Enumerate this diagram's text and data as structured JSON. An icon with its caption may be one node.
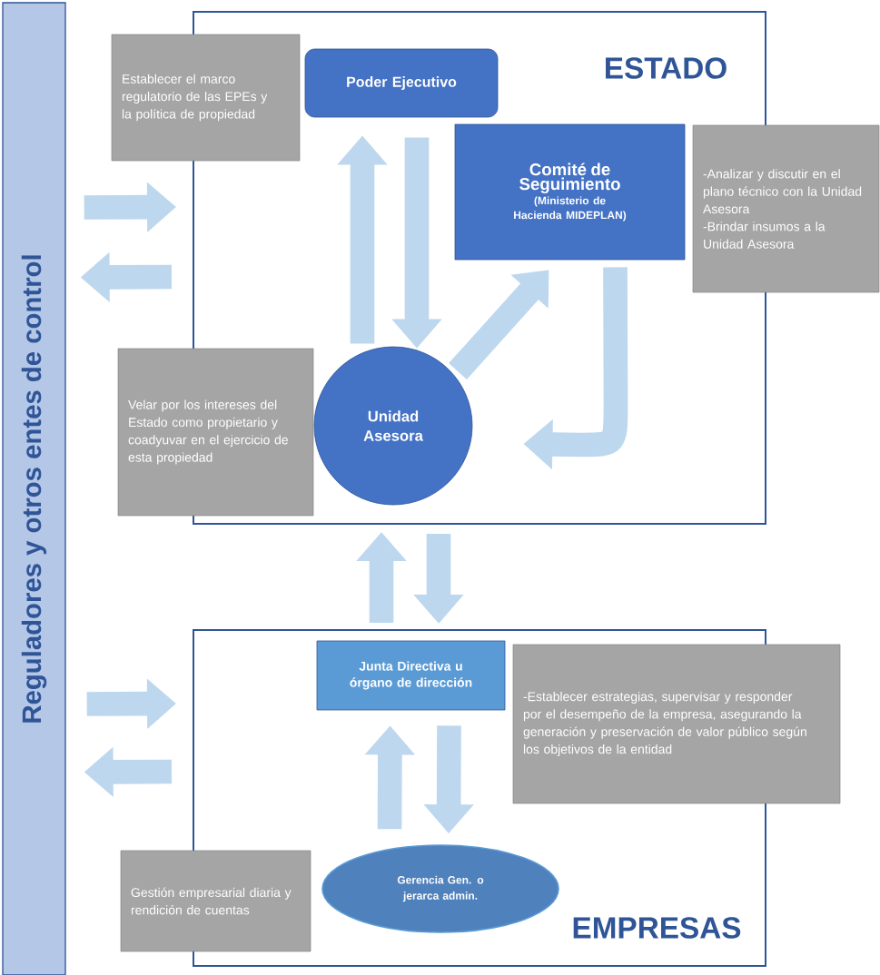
{
  "diagram": {
    "nodes": [
      {
        "text": [
          "Reguladores y otros entes de control"
        ]
      },
      {
        "text": [
          "ESTADO"
        ]
      },
      {
        "text": [
          "Establecer el marco regulatorio de las EPEs y la política de propiedad"
        ]
      },
      {
        "text": [
          "Poder Ejecutivo"
        ],
        "in": 1
      },
      {
        "text": [
          "Comité de Seguimiento",
          "(Ministerio de Hacienda MIDEPLAN)"
        ],
        "in": 1
      },
      {
        "text": [
          "-Analizar y discutir en el plano técnico con la Unidad Asesora",
          "-Brindar insumos a la Unidad Asesora"
        ]
      },
      {
        "text": [
          "Velar por los intereses del Estado como propietario y coadyuvar en el ejercicio de esta propiedad"
        ]
      },
      {
        "text": [
          "Unidad Asesora"
        ],
        "in": 1
      },
      {
        "text": [
          "EMPRESAS"
        ]
      },
      {
        "text": [
          "Junta Directiva u órgano de dirección"
        ],
        "in": 8
      },
      {
        "text": [
          "-Establecer estrategias, supervisar y responder por el desempeño de la empresa, asegurando la generación y preservación de valor público según los objetivos de la entidad"
        ]
      },
      {
        "text": [
          "Gerencia Gen. o jerarca admin."
        ],
        "in": 8
      },
      {
        "text": [
          "Gestión empresarial diaria y rendición de cuentas"
        ]
      }
    ],
    "edges": [
      {
        "from": 7,
        "to": 3,
        "arrow": "to"
      },
      {
        "from": 3,
        "to": 7,
        "arrow": "to"
      },
      {
        "from": 7,
        "to": 4,
        "arrow": "to"
      },
      {
        "from": 4,
        "to": 7,
        "arrow": "to"
      },
      {
        "from": 8,
        "to": 1,
        "arrow": "to"
      },
      {
        "from": 1,
        "to": 8,
        "arrow": "to"
      },
      {
        "from": 0,
        "to": 1,
        "arrow": "to"
      },
      {
        "from": 1,
        "to": 0,
        "arrow": "to"
      },
      {
        "from": 0,
        "to": 8,
        "arrow": "to"
      },
      {
        "from": 8,
        "to": 0,
        "arrow": "to"
      },
      {
        "from": 11,
        "to": 9,
        "arrow": "to"
      },
      {
        "from": 9,
        "to": 11,
        "arrow": "to"
      }
    ]
  }
}
